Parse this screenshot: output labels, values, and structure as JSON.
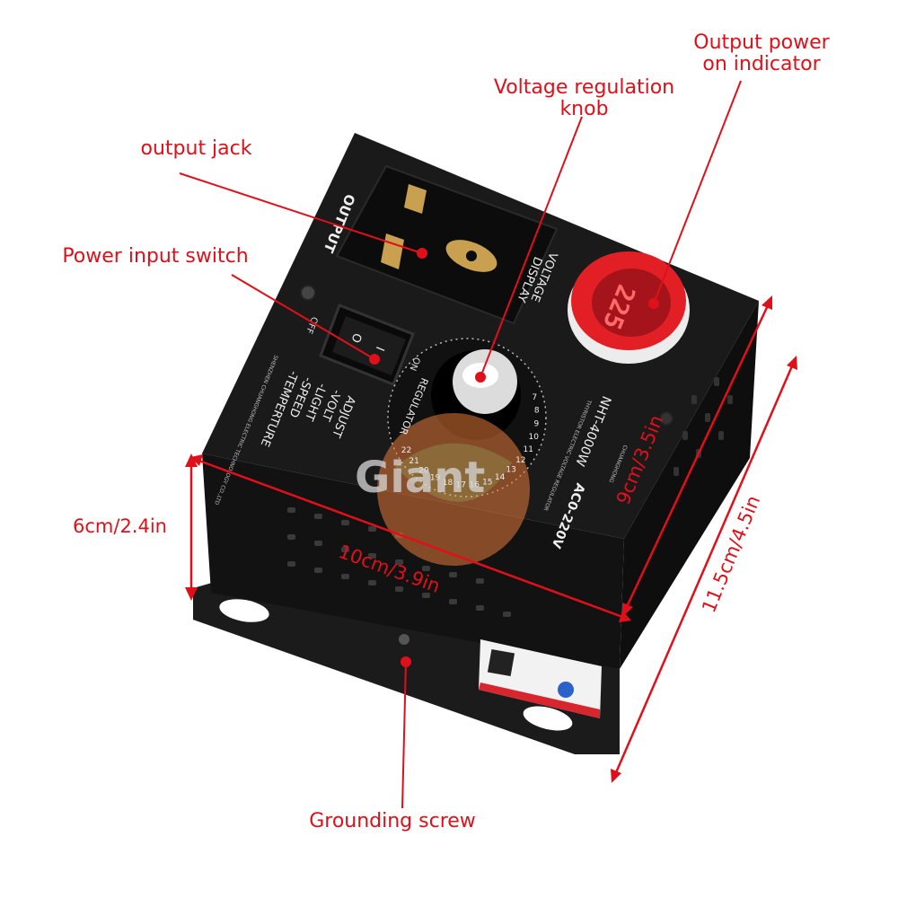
{
  "callouts": {
    "output_power_indicator": "Output power\non indicator",
    "voltage_knob": "Voltage regulation\nknob",
    "output_jack": "output jack",
    "power_switch": "Power input switch",
    "grounding_screw": "Grounding screw"
  },
  "dimensions": {
    "height": "6cm/2.4in",
    "width": "10cm/3.9in",
    "depth_top": "9cm/3.5in",
    "depth_base": "11.5cm/4.5in"
  },
  "device": {
    "output_label": "OUTPUT",
    "display_label_1": "VOLTAGE",
    "display_label_2": "DISPLAY",
    "display_reading": "225",
    "switch_off": "OFF",
    "switch_on": "ON",
    "switch_symbol_i": "I",
    "switch_symbol_o": "O",
    "adjust_title": "ADJUST",
    "adjust_items": [
      "-VOLT",
      "-LIGHT",
      "-SPEED",
      "-TEMPERTURE"
    ],
    "company": "SHENZHEN CHUANGHONG ELECTRIC TECHNOLOGY CO.,LTD",
    "regulator_label": "REGULATOR",
    "model": "NHT-4000W",
    "range": "AC0-220V",
    "subtitle": "THYRISTOR ELECTRIC VOLTAGE REGULATOR",
    "brand": "CHUANGHONG",
    "dial_numbers": [
      "7",
      "8",
      "9",
      "10",
      "11",
      "12",
      "13",
      "14",
      "15",
      "16",
      "17",
      "18",
      "19",
      "20",
      "21",
      "22"
    ],
    "watermark": "Giant"
  },
  "colors": {
    "accent": "#e0101a",
    "device_body": "#151515",
    "display_red": "#e8232a"
  }
}
